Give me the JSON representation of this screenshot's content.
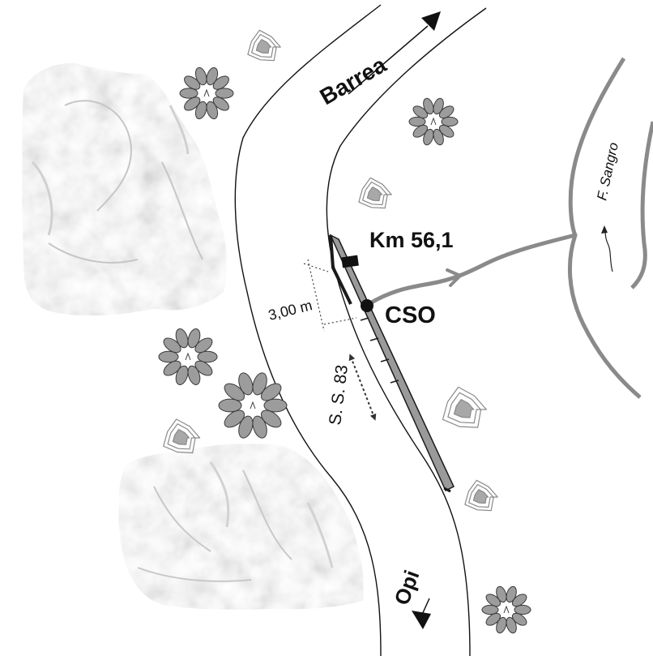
{
  "map": {
    "labels": {
      "barrea": "Barrea",
      "opi": "Opi",
      "km": "Km 56,1",
      "cso": "CSO",
      "width": "3,00 m",
      "road": "S. S. 83",
      "river": "F. Sangro"
    },
    "colors": {
      "road_edge": "#111111",
      "river": "#8a8a8a",
      "drain": "#1a1a1a",
      "drain_fill": "#9a9a9a",
      "terrain": "#e9e9e9",
      "terrain_shade": "#c4c4c4",
      "tree_leaf": "#9c9c9c",
      "tree_outline": "#3a3a3a"
    },
    "icons": [
      "north-arrow-icon",
      "tree-icon",
      "shrub-icon",
      "cso-point-icon",
      "flow-arrow-icon"
    ]
  }
}
